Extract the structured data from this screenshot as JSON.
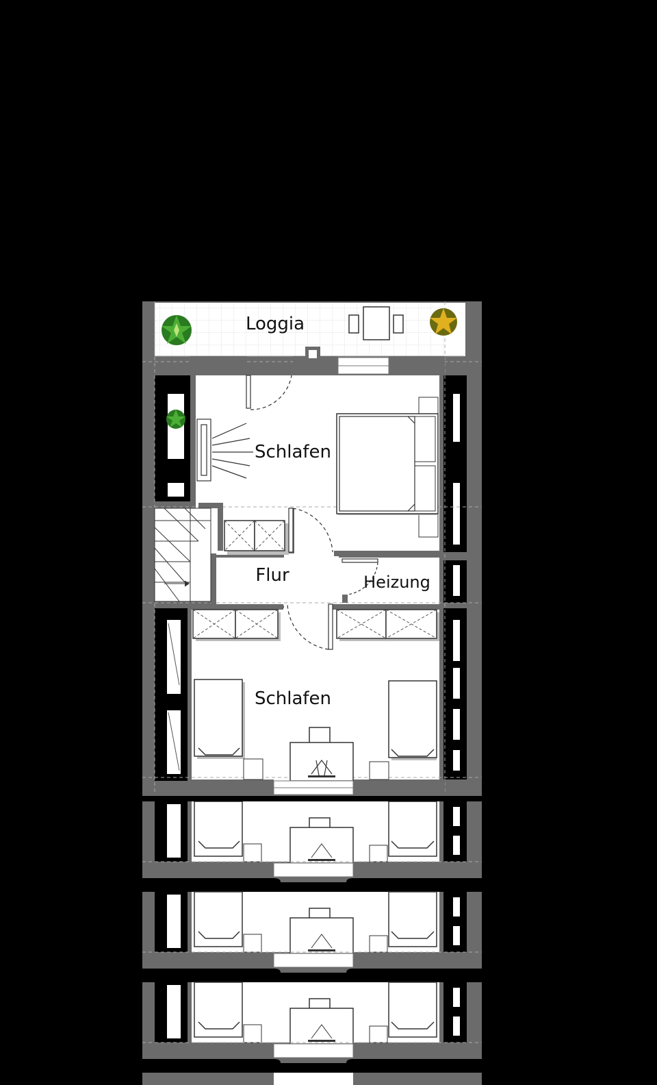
{
  "rooms": {
    "loggia": "Loggia",
    "schlafen_upper": "Schlafen",
    "flur": "Flur",
    "heizung": "Heizung",
    "schlafen_lower": "Schlafen"
  },
  "colors": {
    "background": "#000000",
    "wall": "#6b6b6b",
    "floor": "#ffffff",
    "shadow": "#bdbdbd",
    "line": "#333333",
    "plant_green": "#3a9a2a",
    "plant_yellow": "#e0b020"
  },
  "icons": [
    "plant-icon",
    "bed-icon",
    "table-icon",
    "stairs-icon",
    "door-swing-icon",
    "wardrobe-icon",
    "desk-icon",
    "window-icon"
  ],
  "repeated_sections": 3
}
